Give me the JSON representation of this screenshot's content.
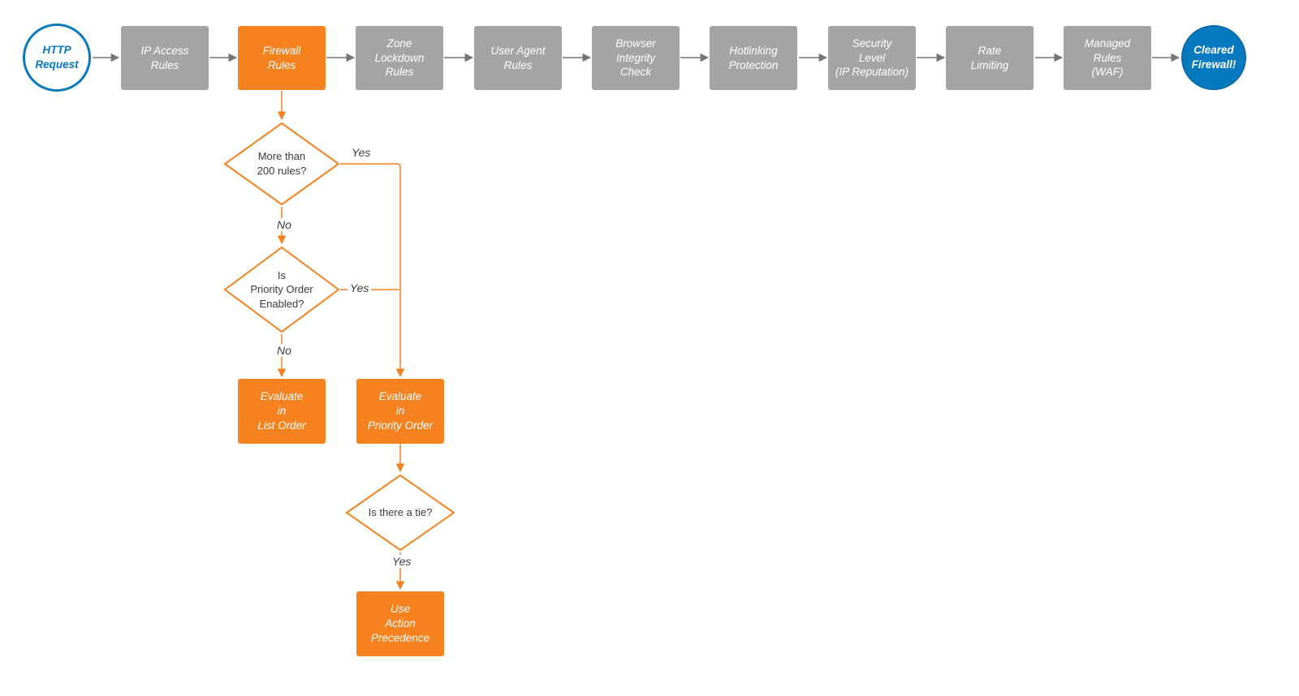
{
  "colors": {
    "orange": "#f6821f",
    "gray_node": "#a4a4a4",
    "blue": "#0779bf",
    "arrow_gray": "#757575"
  },
  "start": {
    "label": "HTTP\nRequest"
  },
  "end": {
    "label": "Cleared\nFirewall!"
  },
  "pipeline": [
    {
      "label": "IP Access\nRules"
    },
    {
      "label": "Firewall\nRules"
    },
    {
      "label": "Zone\nLockdown\nRules"
    },
    {
      "label": "User Agent\nRules"
    },
    {
      "label": "Browser\nIntegrity\nCheck"
    },
    {
      "label": "Hotlinking\nProtection"
    },
    {
      "label": "Security\nLevel\n(IP Reputation)"
    },
    {
      "label": "Rate\nLimiting"
    },
    {
      "label": "Managed\nRules\n(WAF)"
    }
  ],
  "decisions": [
    {
      "label": "More than\n200 rules?"
    },
    {
      "label": "Is\nPriority Order\nEnabled?"
    },
    {
      "label": "Is there a tie?"
    }
  ],
  "actions": [
    {
      "label": "Evaluate\nin\nList Order"
    },
    {
      "label": "Evaluate\nin\nPriority Order"
    },
    {
      "label": "Use\nAction\nPrecedence"
    }
  ],
  "edge_labels": {
    "yes1": "Yes",
    "no1": "No",
    "yes2": "Yes",
    "no2": "No",
    "yes3": "Yes"
  }
}
